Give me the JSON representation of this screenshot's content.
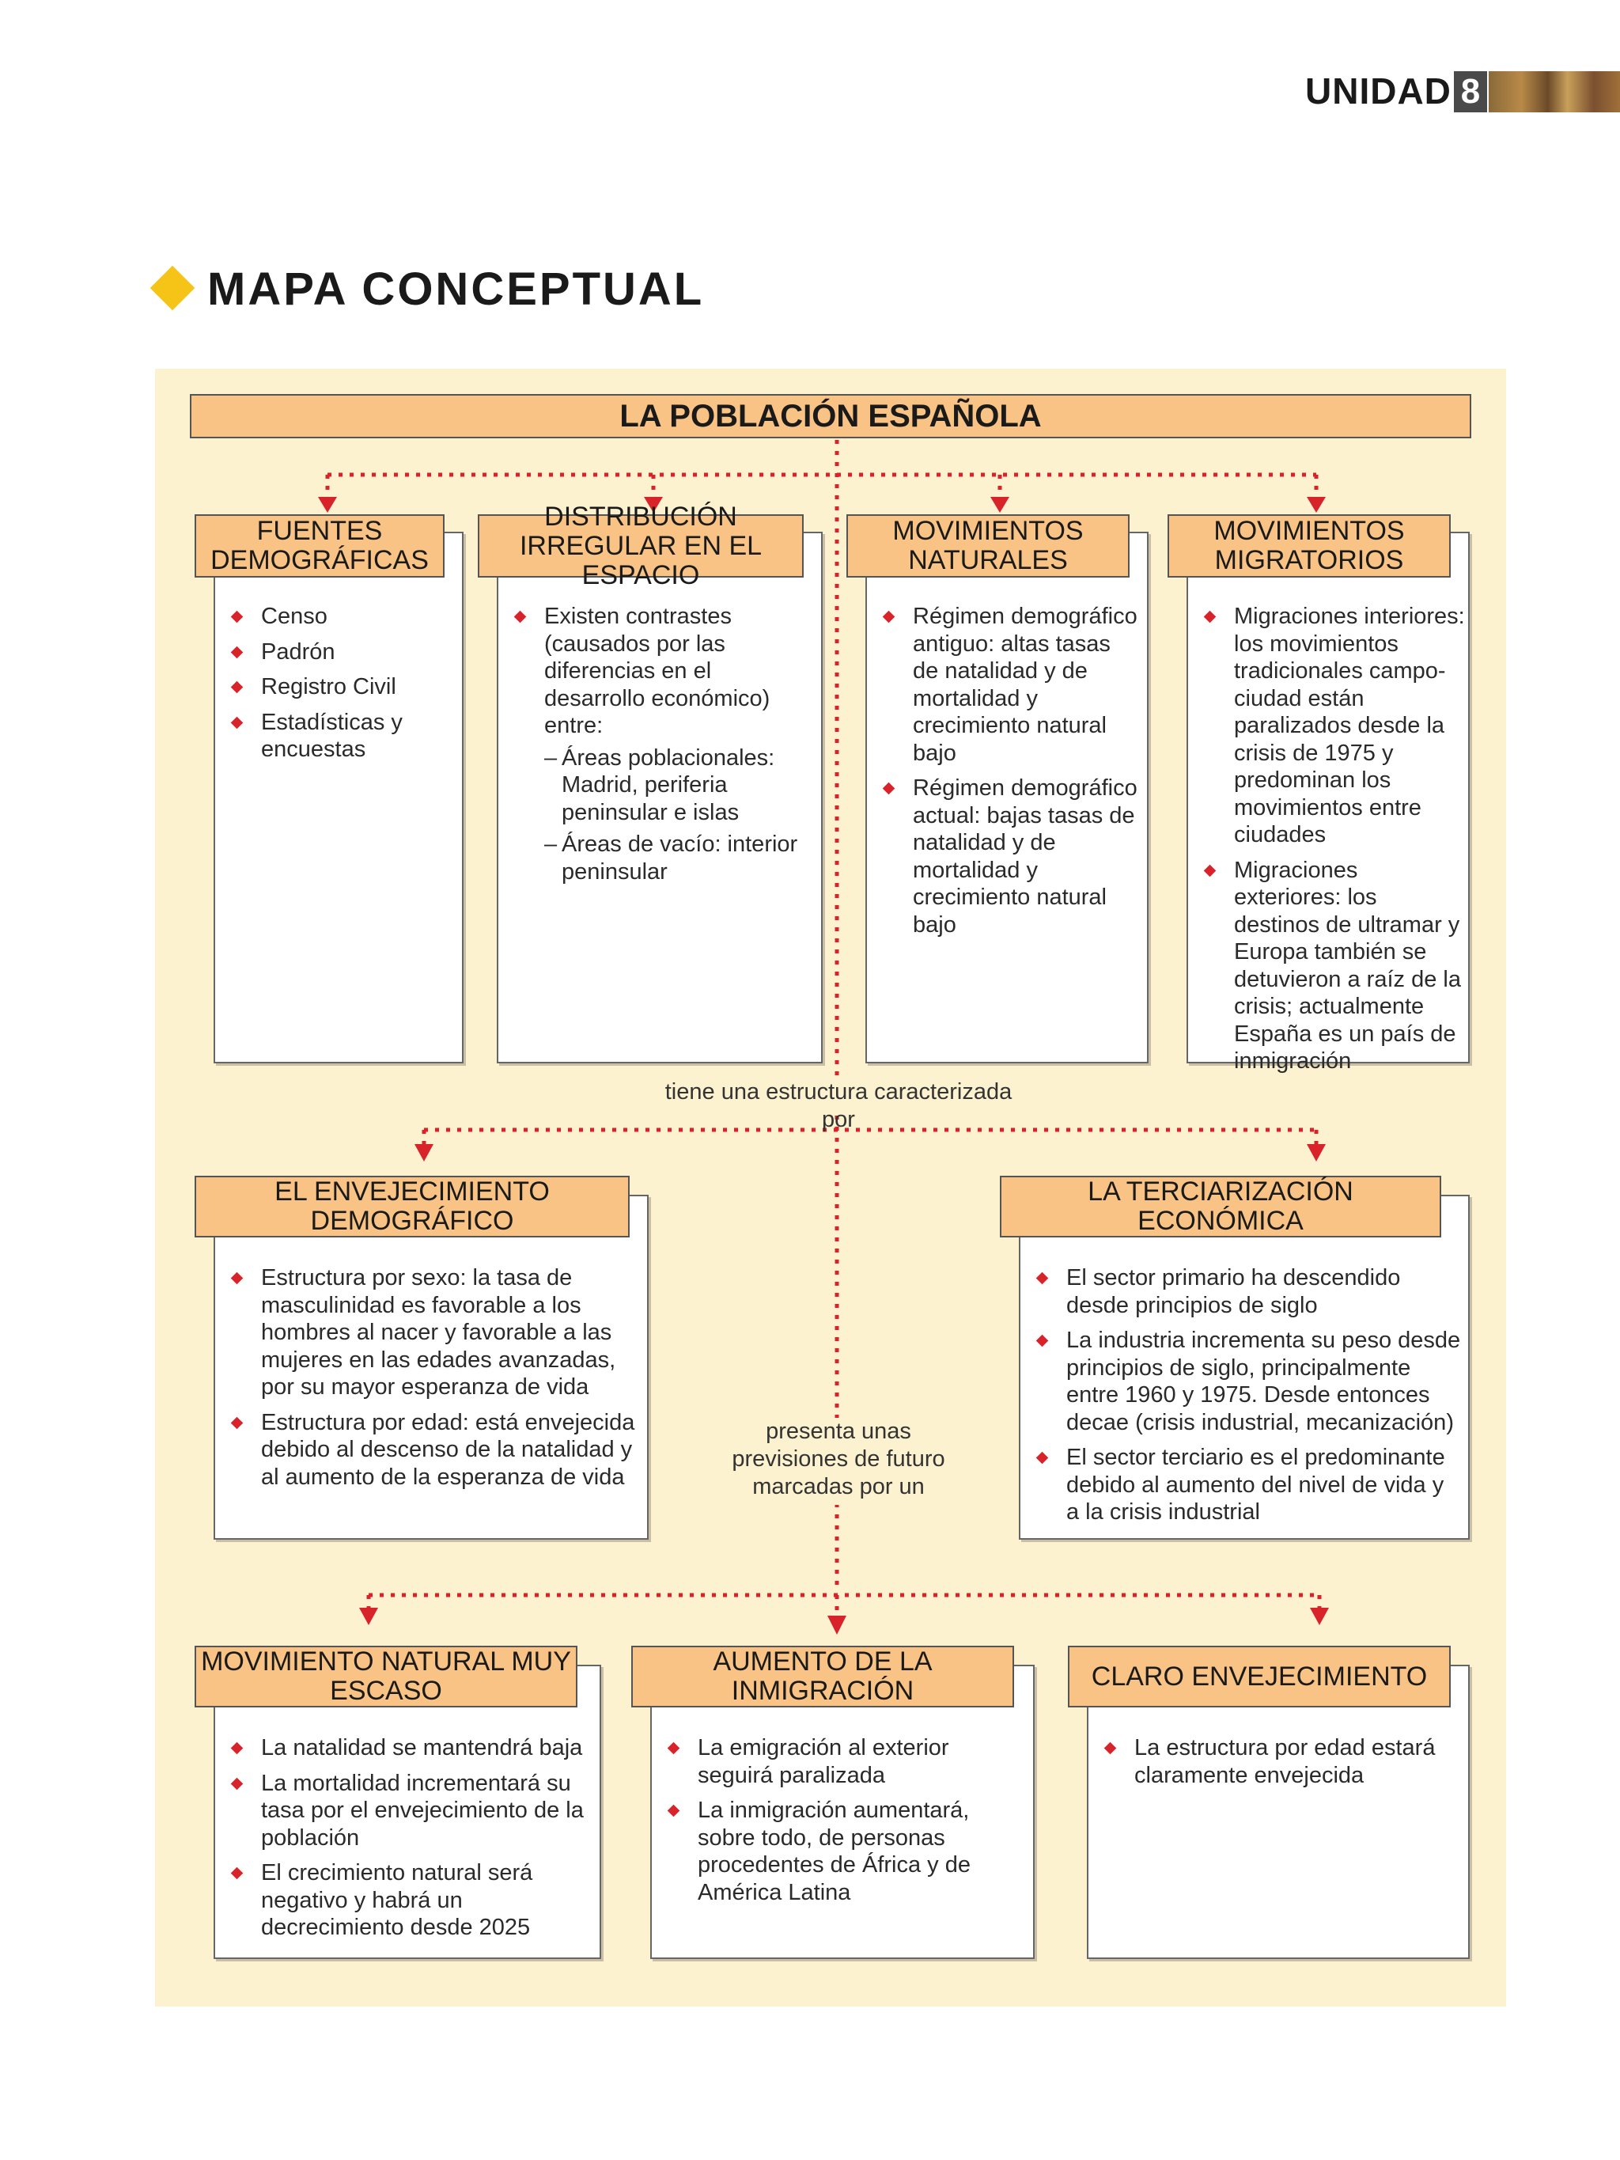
{
  "header": {
    "unit_label": "UNIDAD",
    "unit_number": "8"
  },
  "title": "MAPA CONCEPTUAL",
  "colors": {
    "accent_diamond": "#f6c416",
    "header_fill": "#f8c384",
    "connector": "#d8232a",
    "panel_bg": "#fdf2cf"
  },
  "root": {
    "label": "LA POBLACIÓN ESPAÑOLA"
  },
  "row1": [
    {
      "title": "FUENTES DEMOGRÁFICAS",
      "items": [
        "Censo",
        "Padrón",
        "Registro Civil",
        "Estadísticas y encuestas"
      ]
    },
    {
      "title": "DISTRIBUCIÓN IRREGULAR EN EL ESPACIO",
      "items": [
        "Existen contrastes (causados por las diferencias en el desarrollo económico) entre:"
      ],
      "subitems": [
        "Áreas poblacionales: Madrid, periferia peninsular e islas",
        "Áreas de vacío: interior peninsular"
      ]
    },
    {
      "title": "MOVIMIENTOS NATURALES",
      "items": [
        "Régimen demográfico antiguo: altas tasas de natalidad y de mortalidad y crecimiento natural bajo",
        "Régimen demográfico actual: bajas tasas de natalidad y de mortalidad y crecimiento natural bajo"
      ]
    },
    {
      "title": "MOVIMIENTOS MIGRATORIOS",
      "items": [
        "Migraciones interiores: los movimientos tradicionales campo-ciudad están paralizados desde la crisis de 1975 y predominan los movimientos entre ciudades",
        "Migraciones exteriores: los destinos de ultramar y Europa también se detuvieron a raíz de la crisis; actualmente España es un país de inmigración"
      ]
    }
  ],
  "link1": "tiene una estructura caracterizada por",
  "row2": [
    {
      "title": "EL ENVEJECIMIENTO DEMOGRÁFICO",
      "items": [
        "Estructura por sexo: la tasa de masculinidad es favorable a los hombres al nacer y favorable a las mujeres en las edades avanzadas, por su mayor esperanza de vida",
        "Estructura por edad: está envejecida debido al descenso de la natalidad y al aumento de la esperanza de vida"
      ]
    },
    {
      "title": "LA TERCIARIZACIÓN ECONÓMICA",
      "items": [
        "El sector primario ha descendido desde principios de siglo",
        "La industria incrementa su peso desde principios de siglo, principalmente entre 1960 y 1975. Desde entonces decae (crisis industrial, mecanización)",
        "El sector terciario es el predominante debido al aumento del nivel de vida y a la crisis industrial"
      ]
    }
  ],
  "link2": "presenta unas previsiones de futuro marcadas por un",
  "row3": [
    {
      "title": "MOVIMIENTO NATURAL MUY ESCASO",
      "items": [
        "La natalidad se mantendrá baja",
        "La mortalidad incrementará su tasa por el envejecimiento de la población",
        "El crecimiento natural será negativo y habrá un decrecimiento desde 2025"
      ]
    },
    {
      "title": "AUMENTO DE LA INMIGRACIÓN",
      "items": [
        "La emigración al exterior seguirá paralizada",
        "La inmigración aumentará, sobre todo, de personas procedentes de África y de América Latina"
      ]
    },
    {
      "title": "CLARO ENVEJECIMIENTO",
      "items": [
        "La estructura por edad estará claramente envejecida"
      ]
    }
  ]
}
